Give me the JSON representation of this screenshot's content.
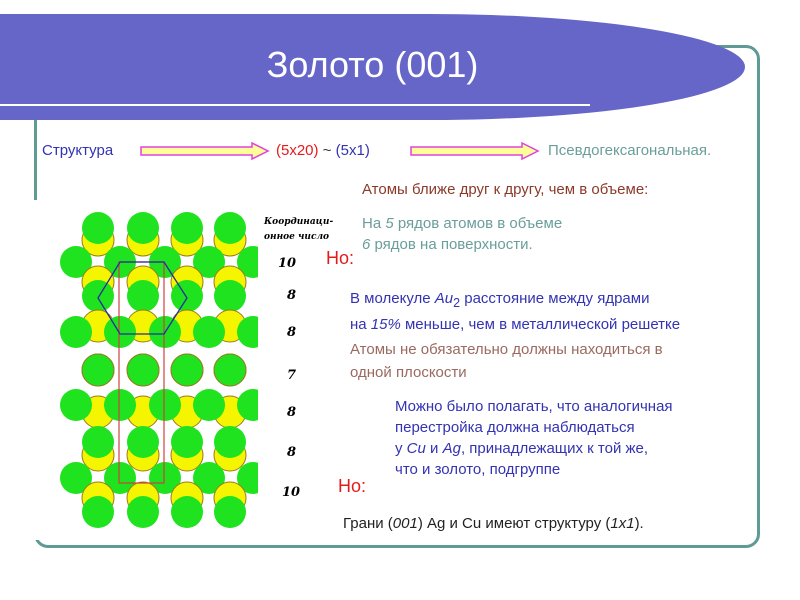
{
  "title": "Золото (001)",
  "structure_row": {
    "label": "Структура",
    "phase1": "(5x20)",
    "tilde": "~",
    "phase2": "(5x1)",
    "result": "Псевдогексагональная."
  },
  "closer": "Атомы ближе друг к другу, чем в объеме:",
  "rows": {
    "line1_pre": "На ",
    "line1_num": "5",
    "line1_post": " рядов атомов в объеме",
    "line2_num": "6",
    "line2_post": " рядов на поверхности."
  },
  "but1": "Но:",
  "au2": {
    "pre": "В молекуле ",
    "mol": "Au",
    "sub": "2",
    "post": " расстояние между ядрами",
    "line2_pre": "на ",
    "pct": "15%",
    "line2_post": " меньше, чем в металлической решетке"
  },
  "plane": {
    "line1": "Атомы не обязательно должны находиться в",
    "line2": "одной плоскости"
  },
  "expect": {
    "line1": "Можно было полагать, что аналогичная",
    "line2": "перестройка должна наблюдаться",
    "line3_pre": "у ",
    "cu": "Cu",
    "and": " и ",
    "ag": "Ag",
    "line3_post": ", принадлежащих к той же,",
    "line4": "что и золото, подгруппе"
  },
  "but2": "Но:",
  "faces": {
    "pre": "Грани (",
    "idx": "001",
    "mid": ") Ag и Cu имеют структуру (",
    "str": "1x1",
    "post": ")."
  },
  "figure": {
    "coord_header_1": "Координаци-",
    "coord_header_2": "онное число",
    "coord_numbers": [
      "10",
      "8",
      "8",
      "7",
      "8",
      "8",
      "10"
    ]
  },
  "colors": {
    "banner": "#6666c8",
    "frame": "#5f9b94",
    "atom_green": "#1ee31e",
    "atom_yellow": "#f5f500"
  }
}
